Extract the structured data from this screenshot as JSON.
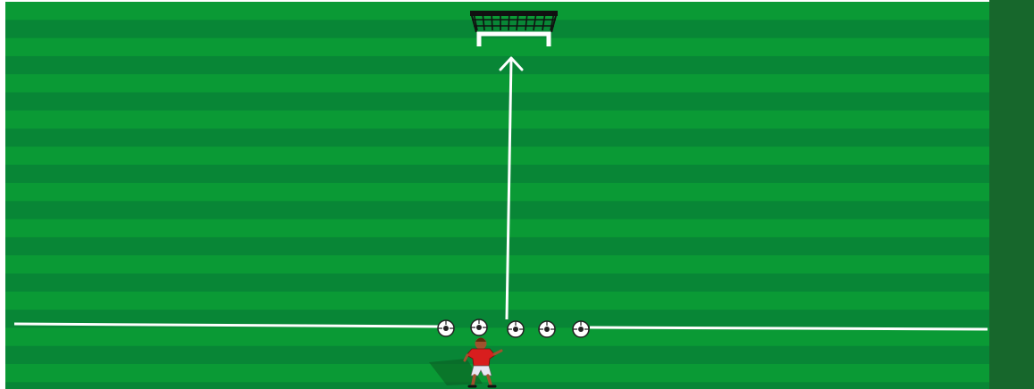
{
  "diagram": {
    "type": "soccer-drill",
    "colors": {
      "grass_light": "#0a9a35",
      "grass_dark": "#088636",
      "edge_dark": "#17672c",
      "line": "#ffffff",
      "net": "#111111",
      "shirt": "#d81e1e",
      "shorts": "#ffffff",
      "skin": "#a0522d"
    },
    "elements": {
      "goal": "goal-icon",
      "arrow": "shooting-path-arrow",
      "balls": [
        "ball-icon",
        "ball-icon",
        "ball-icon",
        "ball-icon",
        "ball-icon"
      ],
      "player": "player-icon",
      "line": "field-line"
    }
  }
}
